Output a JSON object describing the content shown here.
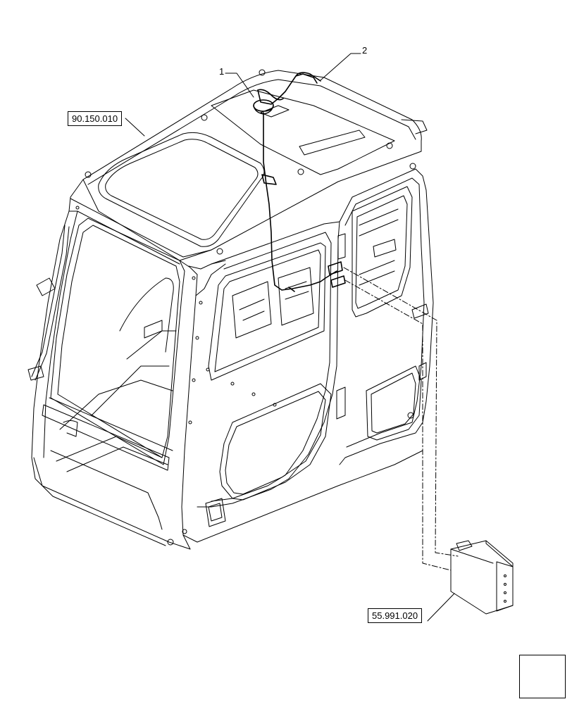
{
  "references": {
    "cab_ref": "90.150.010",
    "module_ref": "55.991.020"
  },
  "callouts": {
    "item_1": "1",
    "item_2": "2"
  },
  "nav": {
    "icon": "next-page-arrow-icon"
  }
}
